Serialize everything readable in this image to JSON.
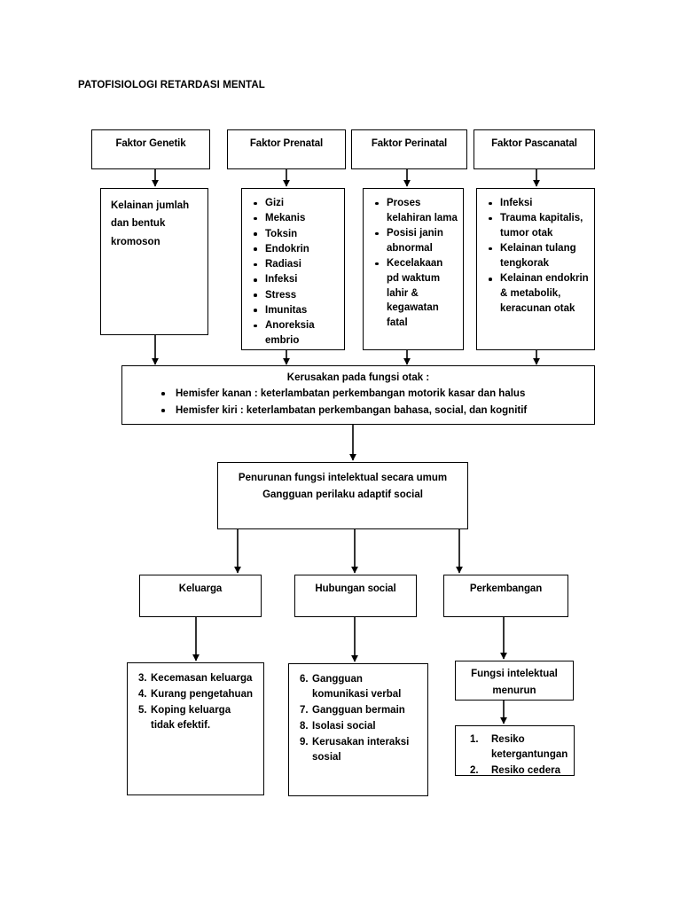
{
  "page": {
    "title": "PATOFISIOLOGI RETARDASI MENTAL",
    "background": "#ffffff",
    "line_color": "#000000"
  },
  "diagram": {
    "type": "flowchart",
    "orientation": "top-down",
    "factors": [
      {
        "id": "genetik",
        "label": "Faktor Genetik"
      },
      {
        "id": "prenatal",
        "label": "Faktor Prenatal"
      },
      {
        "id": "perinatal",
        "label": "Faktor Perinatal"
      },
      {
        "id": "pascanatal",
        "label": "Faktor  Pascanatal"
      }
    ],
    "genetik_detail": {
      "lines": [
        "Kelainan jumlah",
        "dan bentuk",
        "kromoson"
      ]
    },
    "prenatal_detail": {
      "items": [
        "Gizi",
        "Mekanis",
        "Toksin",
        "Endokrin",
        "Radiasi",
        "Infeksi",
        "Stress",
        "Imunitas",
        "Anoreksia embrio"
      ]
    },
    "perinatal_detail": {
      "items": [
        "Proses kelahiran lama",
        "Posisi janin abnormal",
        "Kecelakaan pd waktum lahir & kegawatan fatal"
      ]
    },
    "pascanatal_detail": {
      "items": [
        "Infeksi",
        "Trauma kapitalis, tumor otak",
        "Kelainan tulang tengkorak",
        "Kelainan endokrin & metabolik, keracunan otak"
      ]
    },
    "brain_damage": {
      "heading": "Kerusakan pada fungsi otak :",
      "items": [
        "Hemisfer kanan : keterlambatan perkembangan motorik kasar dan halus",
        "Hemisfer kiri : keterlambatan perkembangan bahasa, social, dan kognitif"
      ]
    },
    "intellectual_decline": {
      "line1": "Penurunan fungsi intelektual secara umum",
      "line2": "Gangguan perilaku adaptif social"
    },
    "outcomes": [
      {
        "id": "keluarga",
        "label": "Keluarga"
      },
      {
        "id": "hubungan",
        "label": "Hubungan social"
      },
      {
        "id": "perkembangan",
        "label": "Perkembangan"
      }
    ],
    "keluarga_problems": [
      {
        "num": "3.",
        "text": "Kecemasan keluarga"
      },
      {
        "num": "4.",
        "text": "Kurang pengetahuan"
      },
      {
        "num": "5.",
        "text": "Koping keluarga tidak efektif."
      }
    ],
    "hubungan_problems": [
      {
        "num": "6.",
        "text": "Gangguan komunikasi verbal"
      },
      {
        "num": "7.",
        "text": "Gangguan bermain"
      },
      {
        "num": "8.",
        "text": "Isolasi social"
      },
      {
        "num": "9.",
        "text": "Kerusakan interaksi sosial"
      }
    ],
    "perkembangan_detail": {
      "line1": "Fungsi intelektual",
      "line2": "menurun"
    },
    "risk_problems": [
      {
        "num": "1.",
        "text": "Resiko ketergantungan"
      },
      {
        "num": "2.",
        "text": "Resiko cedera"
      }
    ]
  }
}
